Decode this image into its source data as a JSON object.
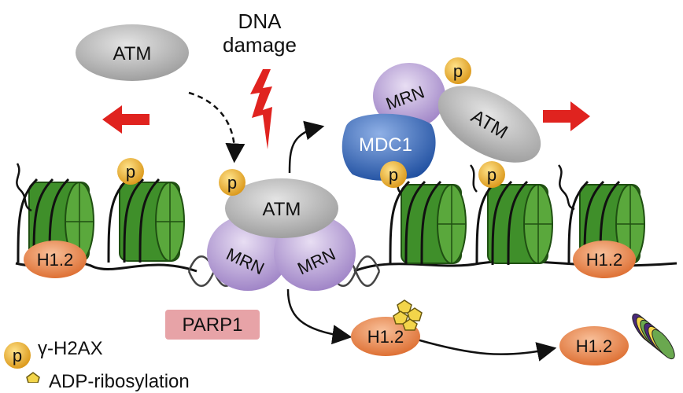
{
  "labels": {
    "atm_free": "ATM",
    "dna_damage_line1": "DNA",
    "dna_damage_line2": "damage",
    "atm_center": "ATM",
    "mrn_left": "MRN",
    "mrn_right": "MRN",
    "atm_tilted": "ATM",
    "mrn_top": "MRN",
    "mdc1": "MDC1",
    "h1_2_left": "H1.2",
    "h1_2_right": "H1.2",
    "h1_2_released": "H1.2",
    "h1_2_degraded": "H1.2",
    "parp1": "PARP1",
    "phospho": "p"
  },
  "legend": {
    "gamma_h2ax_symbol": "p",
    "gamma_h2ax_label": "γ-H2AX",
    "adp_ribosylation_label": "ADP-ribosylation"
  },
  "colors": {
    "nucleosome": "#3f8f2a",
    "nucleosome_dark": "#1f4f12",
    "atm": "#b8b8b8",
    "mrn": "#b9a3d6",
    "mdc1": "#3a66b5",
    "h1_2": "#e8864e",
    "phospho": "#f0b233",
    "arrow_red": "#e0231f",
    "parp1": "#e7a3a7"
  }
}
